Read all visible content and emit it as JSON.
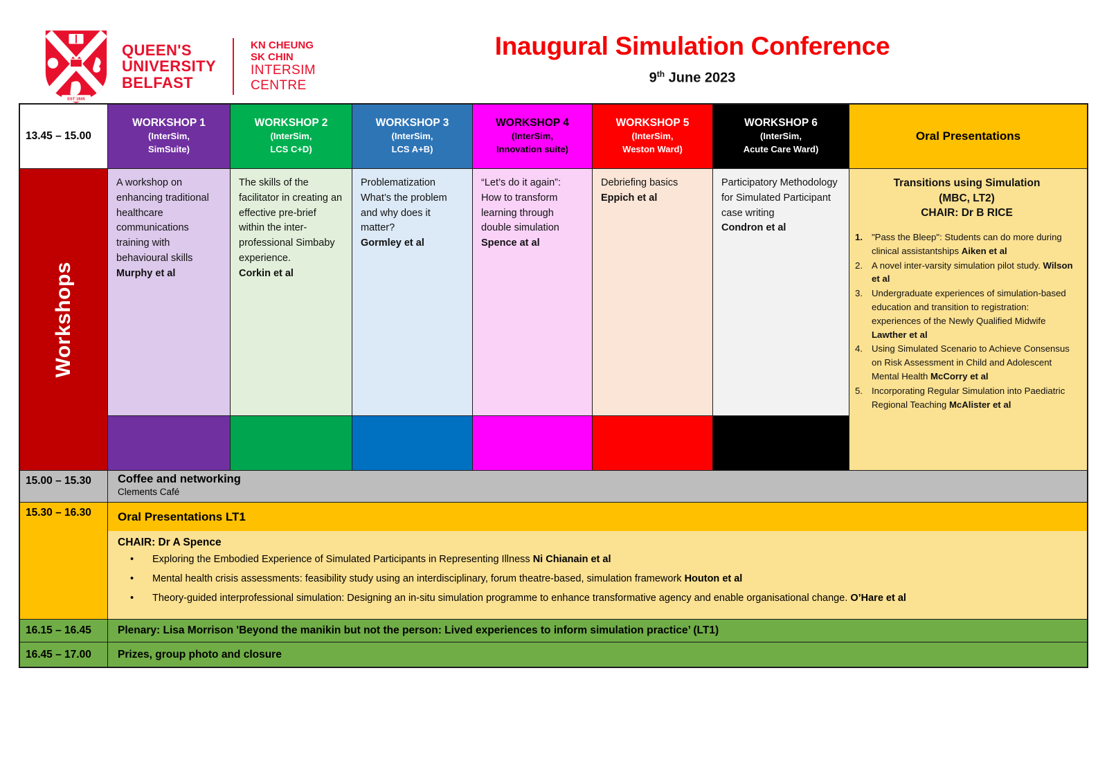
{
  "header": {
    "logo": {
      "university_lines": [
        "QUEEN'S",
        "UNIVERSITY",
        "BELFAST"
      ],
      "centre_lines_bold": [
        "KN CHEUNG",
        "SK CHIN"
      ],
      "centre_lines_light": [
        "INTERSIM",
        "CENTRE"
      ],
      "est": "EST 1845",
      "brand_red": "#E8112D"
    },
    "title": "Inaugural Simulation Conference",
    "date": {
      "day": "9",
      "sup": "th",
      "rest": " June 2023"
    }
  },
  "colors": {
    "title_red": "#F40404",
    "grid_line": "#1c1c1c",
    "side_red": "#C00000",
    "time1_bg": "#FFFFFF",
    "oral_header_bg": "#FFC000",
    "oral_body_bg": "#FBE192",
    "coffee_bg": "#BDBDBD",
    "gold_bg": "#FFC000",
    "light_gold_bg": "#FBE192",
    "green_bg": "#70AD47"
  },
  "schedule": {
    "session1": {
      "time": "13.45 – 15.00",
      "side_label": "Workshops",
      "workshops": [
        {
          "name": "WORKSHOP 1",
          "venue_line1": "(InterSim,",
          "venue_line2": "SimSuite)",
          "desc": "A workshop on enhancing traditional healthcare communications training with behavioural skills",
          "authors": "Murphy et al",
          "header_bg": "#7030A0",
          "header_fg": "#FFFFFF",
          "body_bg": "#DDC9EC",
          "strip_bg": "#7030A0"
        },
        {
          "name": "WORKSHOP 2",
          "venue_line1": "(InterSim,",
          "venue_line2": "LCS C+D)",
          "desc": "The skills of the facilitator in creating an effective pre-brief within the inter-professional Simbaby experience.",
          "authors": "Corkin et al",
          "header_bg": "#00B050",
          "header_fg": "#FFFFFF",
          "body_bg": "#E2EFDA",
          "strip_bg": "#00A64F"
        },
        {
          "name": "WORKSHOP 3",
          "venue_line1": "(InterSim,",
          "venue_line2": "LCS A+B)",
          "desc": "Problematization What’s the problem and why does it matter?",
          "authors": "Gormley et al",
          "header_bg": "#2E75B6",
          "header_fg": "#FFFFFF",
          "body_bg": "#DCE9F6",
          "strip_bg": "#0070C0"
        },
        {
          "name": "WORKSHOP 4",
          "venue_line1": "(InterSim,",
          "venue_line2": "Innovation suite)",
          "desc": "“Let’s do it again”: How to transform learning through double simulation",
          "authors": "Spence at al",
          "header_bg": "#FF00FF",
          "header_fg": "#000000",
          "body_bg": "#FAD2F8",
          "strip_bg": "#FF00FF"
        },
        {
          "name": "WORKSHOP 5",
          "venue_line1": "(InterSim,",
          "venue_line2": "Weston Ward)",
          "desc": "Debriefing basics",
          "authors": "Eppich et al",
          "header_bg": "#FF0000",
          "header_fg": "#FFFFFF",
          "body_bg": "#FBE5D6",
          "strip_bg": "#FF0000"
        },
        {
          "name": "WORKSHOP 6",
          "venue_line1": "(InterSim,",
          "venue_line2": "Acute Care Ward)",
          "desc": "Participatory Methodology for Simulated Participant case writing",
          "authors": "Condron et al",
          "header_bg": "#000000",
          "header_fg": "#FFFFFF",
          "body_bg": "#F2F2F2",
          "strip_bg": "#000000"
        }
      ],
      "oral": {
        "header": "Oral Presentations",
        "title_line1": "Transitions using Simulation",
        "title_line2": "(MBC, LT2)",
        "title_line3": "CHAIR: Dr B RICE",
        "items": [
          {
            "num": "1.",
            "text": "\"Pass the Bleep\": Students can do more during clinical assistantships ",
            "authors": "Aiken et al"
          },
          {
            "num": "2.",
            "text": "A novel inter-varsity simulation pilot study. ",
            "authors": "Wilson et al"
          },
          {
            "num": "3.",
            "text": "Undergraduate experiences of simulation-based education and transition to registration: experiences of the Newly Qualified Midwife ",
            "authors": "Lawther et al"
          },
          {
            "num": "4.",
            "text": "Using Simulated Scenario to Achieve Consensus on Risk Assessment in Child and Adolescent Mental Health ",
            "authors": "McCorry et al"
          },
          {
            "num": "5.",
            "text": "Incorporating Regular Simulation into Paediatric Regional Teaching ",
            "authors": "McAlister et al"
          }
        ]
      }
    },
    "coffee": {
      "time": "15.00 – 15.30",
      "title": "Coffee and networking",
      "subtitle": "Clements Café"
    },
    "oral_lt1": {
      "time": "15.30 – 16.30",
      "title": "Oral Presentations LT1",
      "chair": "CHAIR: Dr A Spence",
      "bullet_glyph": "•",
      "bullets": [
        {
          "text": "Exploring the Embodied Experience of Simulated Participants in Representing Illness ",
          "authors": "Ni Chianain et al"
        },
        {
          "text": "Mental health crisis assessments: feasibility study using an interdisciplinary, forum theatre-based, simulation framework ",
          "authors": "Houton et al"
        },
        {
          "text": "Theory-guided interprofessional simulation: Designing an in-situ simulation programme to enhance transformative agency and enable organisational change. ",
          "authors": "O’Hare et al"
        }
      ]
    },
    "plenary": {
      "time": "16.15 – 16.45",
      "text": "Plenary: Lisa Morrison 'Beyond the manikin but not the person: Lived experiences to inform simulation practice’ (LT1)"
    },
    "closure": {
      "time": "16.45 – 17.00",
      "text": "Prizes, group photo and closure"
    }
  }
}
